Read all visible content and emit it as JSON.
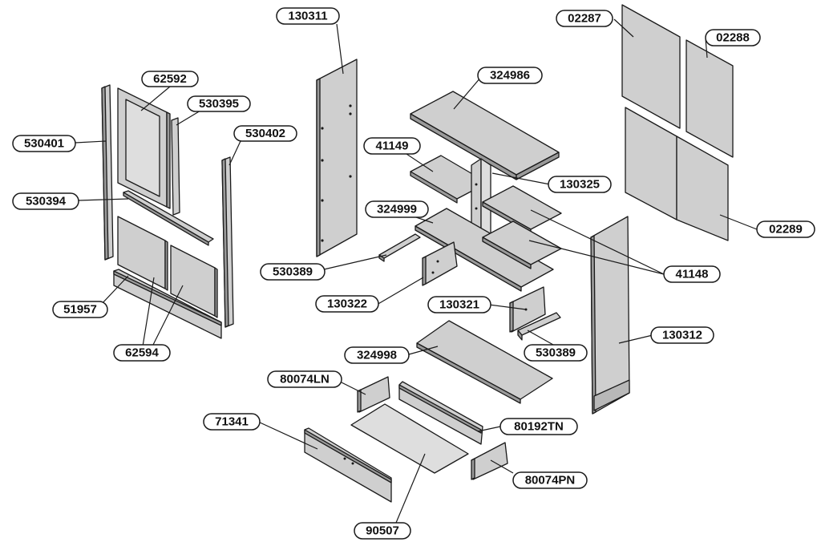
{
  "labels": {
    "p130311": "130311",
    "p62592": "62592",
    "p530395": "530395",
    "p530402": "530402",
    "p530401": "530401",
    "p530394": "530394",
    "p51957": "51957",
    "p62594": "62594",
    "p324986": "324986",
    "p41149": "41149",
    "p130325": "130325",
    "p324999": "324999",
    "p530389a": "530389",
    "p130322": "130322",
    "p130321": "130321",
    "p530389b": "530389",
    "p324998": "324998",
    "p80074LN": "80074LN",
    "p71341": "71341",
    "p80192TN": "80192TN",
    "p80074PN": "80074PN",
    "p90507": "90507",
    "p02287": "02287",
    "p02288": "02288",
    "p02289": "02289",
    "p41148": "41148",
    "p130312": "130312"
  }
}
